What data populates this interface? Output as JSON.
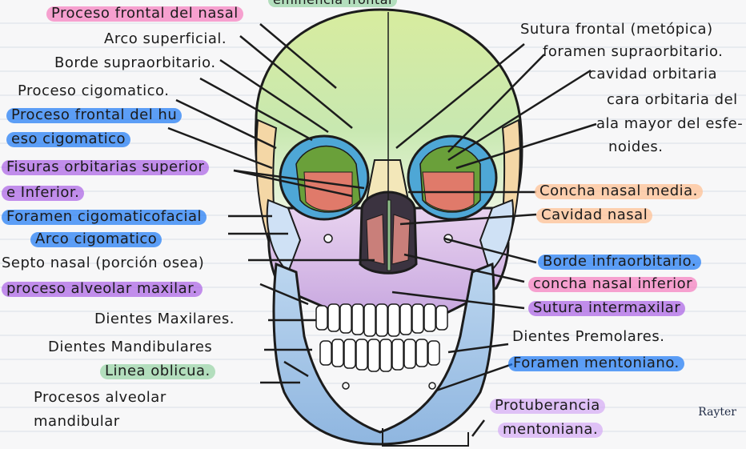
{
  "labels": {
    "top_cut": "eminencia frontal",
    "left": {
      "proceso_frontal_nasal": "Proceso frontal del nasal",
      "arco_superficial": "Arco superficial.",
      "borde_supraorbitario": "Borde supraorbitario.",
      "proceso_cigomatico": "Proceso cigomatico.",
      "proceso_frontal_cigomatico_1": "Proceso frontal del hu",
      "proceso_frontal_cigomatico_2": "eso cigomatico",
      "fisuras_orbitarias_1": "Fisuras orbitarias superior",
      "fisuras_orbitarias_2": "e Inferior.",
      "foramen_cigomaticofacial": "Foramen cigomaticofacial",
      "arco_cigomatico": "Arco cigomatico",
      "septo_nasal": "Septo nasal (porción osea)",
      "proceso_alveolar_maxilar": "proceso alveolar maxilar.",
      "dientes_maxilares": "Dientes Maxilares.",
      "dientes_mandibulares": "Dientes Mandibulares",
      "linea_oblicua": "Linea oblicua.",
      "procesos_alveolar_1": "Procesos alveolar",
      "procesos_alveolar_2": "mandibular"
    },
    "right": {
      "sutura_frontal": "Sutura frontal (metópica)",
      "foramen_supraorbitario": "foramen supraorbitario.",
      "cavidad_orbitaria": "cavidad orbitaria",
      "cara_orbitaria_1": "cara orbitaria del",
      "cara_orbitaria_2": "ala mayor del esfe-",
      "cara_orbitaria_3": "noides.",
      "concha_nasal_media": "Concha nasal media.",
      "cavidad_nasal": "Cavidad nasal",
      "borde_infraorbitario": "Borde infraorbitario.",
      "concha_nasal_inferior": "concha nasal inferior",
      "sutura_intermaxilar": "Sutura intermaxilar",
      "dientes_premolares": "Dientes Premolares.",
      "foramen_mentoniano": "Foramen mentoniano.",
      "protuberancia_1": "Protuberancia",
      "protuberancia_2": "mentoniana."
    }
  },
  "signature": "Rayter",
  "colors": {
    "pink": "#f57abe",
    "purple": "#aa60e6",
    "blue": "#1978f5",
    "peach": "#ffc296",
    "green": "#a1d7ae",
    "lavender": "#d4aaf5"
  }
}
